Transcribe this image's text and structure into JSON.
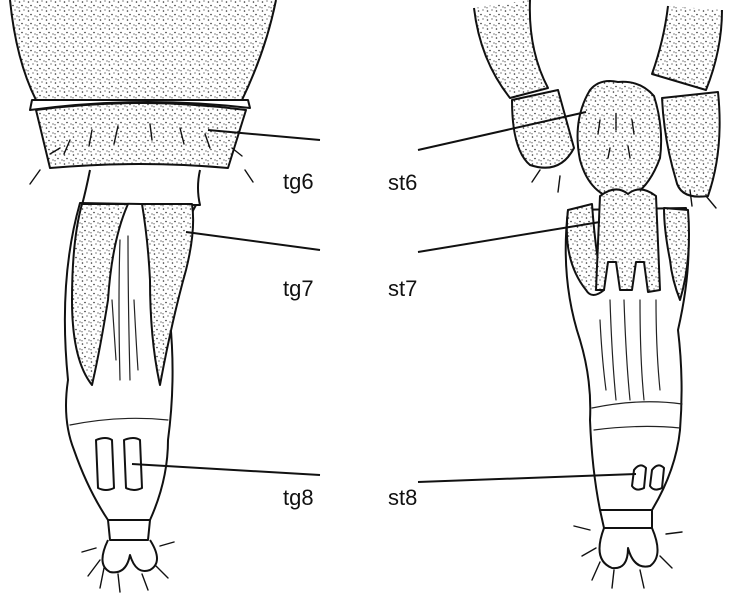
{
  "labels": {
    "tg6": "tg6",
    "tg7": "tg7",
    "tg8": "tg8",
    "st6": "st6",
    "st7": "st7",
    "st8": "st8"
  },
  "colors": {
    "ink": "#111111",
    "background": "#ffffff"
  }
}
